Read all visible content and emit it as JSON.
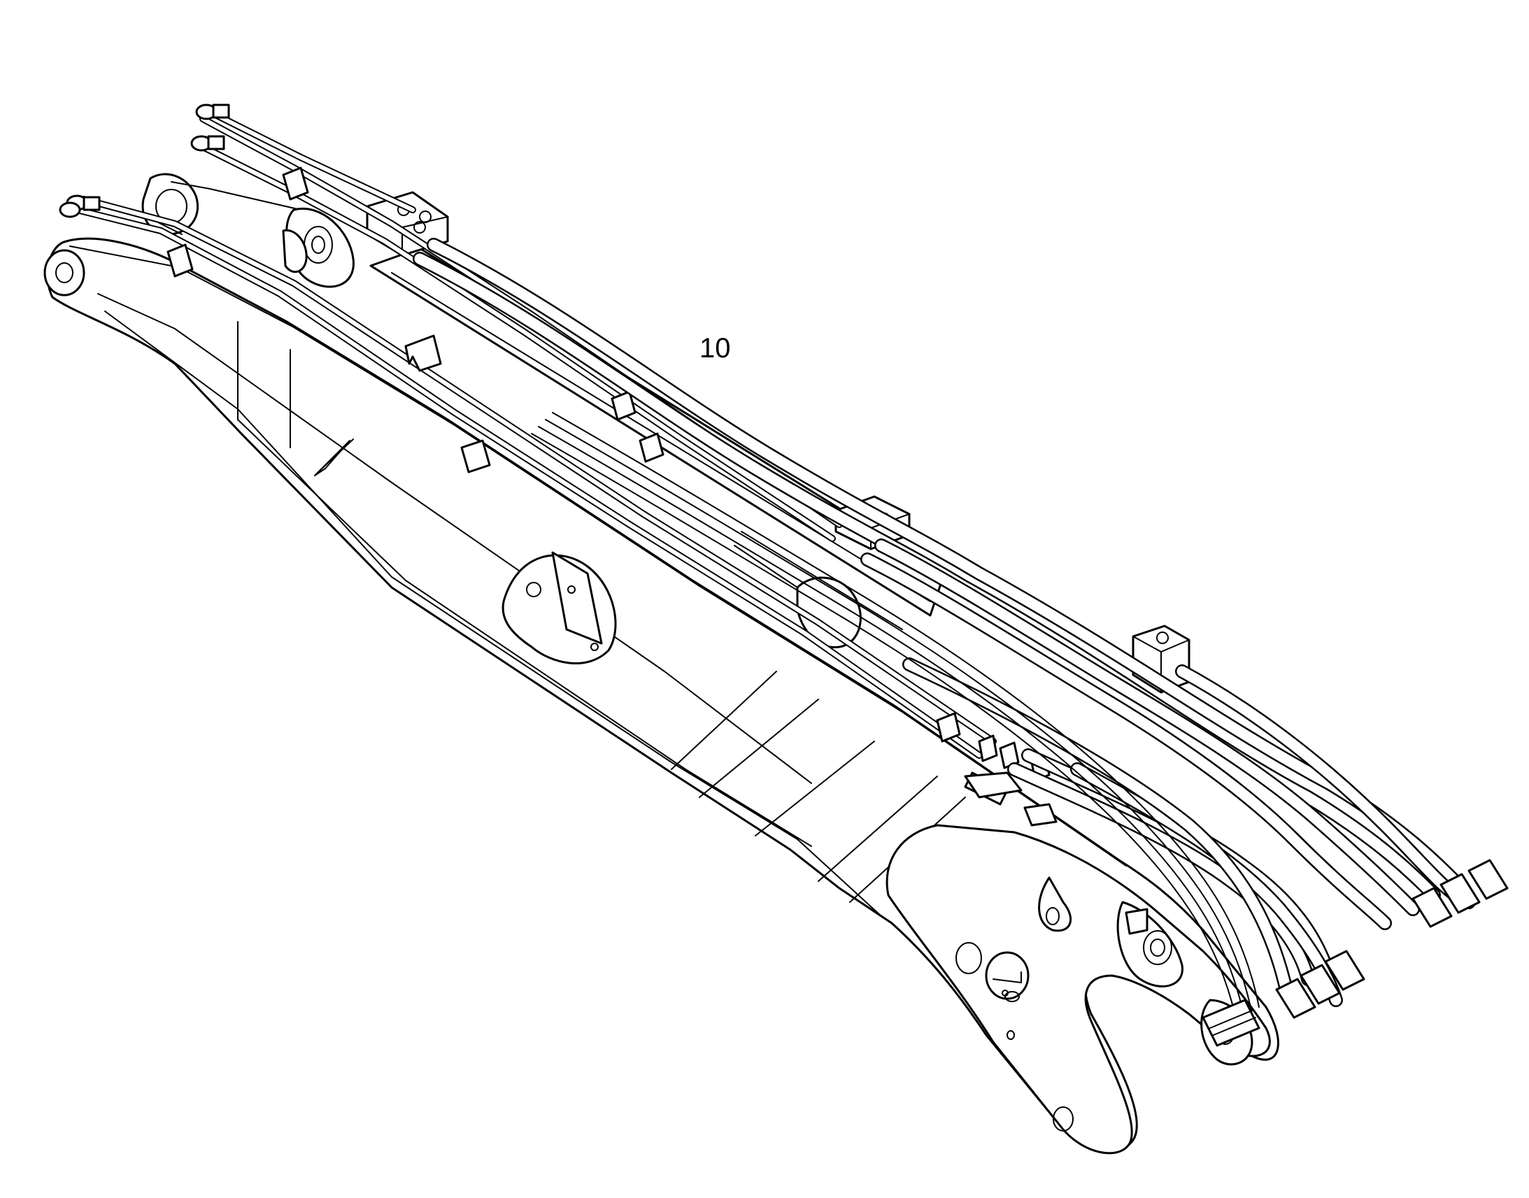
{
  "drawing": {
    "callouts": [
      {
        "label": "10"
      }
    ],
    "icons": {
      "boom": "excavator-boom-assembly",
      "hoses": "hydraulic-hose-bundle"
    }
  }
}
